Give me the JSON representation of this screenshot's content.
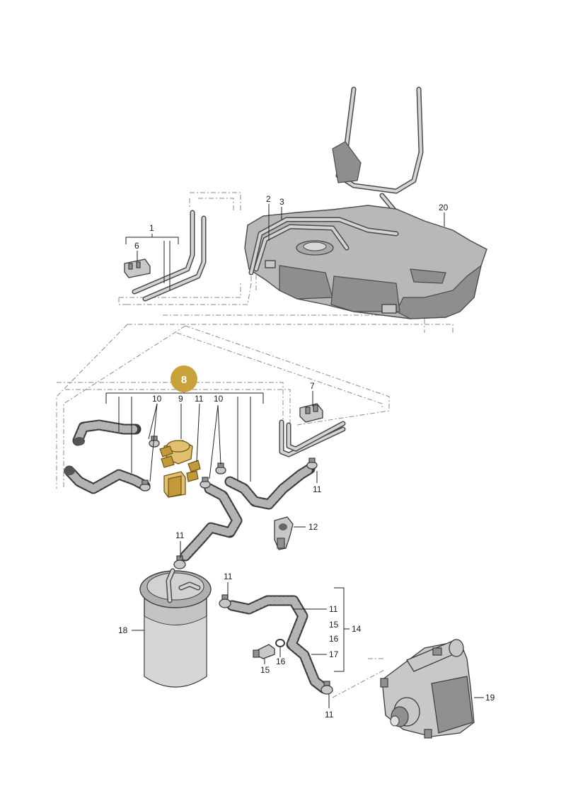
{
  "diagram": {
    "highlight_color": "#c9a23e",
    "highlighted_callout": "8",
    "callouts": {
      "c1": "1",
      "c2": "2",
      "c3": "3",
      "c6": "6",
      "c20": "20",
      "c7": "7",
      "c8": "8",
      "c10a": "10",
      "c9": "9",
      "c11top": "11",
      "c10b": "10",
      "c11a": "11",
      "c12": "12",
      "c11b": "11",
      "c11c": "11",
      "c11d": "11",
      "c15r": "15",
      "c16r": "16",
      "c14": "14",
      "c17": "17",
      "c18": "18",
      "c15": "15",
      "c16": "16",
      "c11e": "11",
      "c19": "19"
    }
  }
}
